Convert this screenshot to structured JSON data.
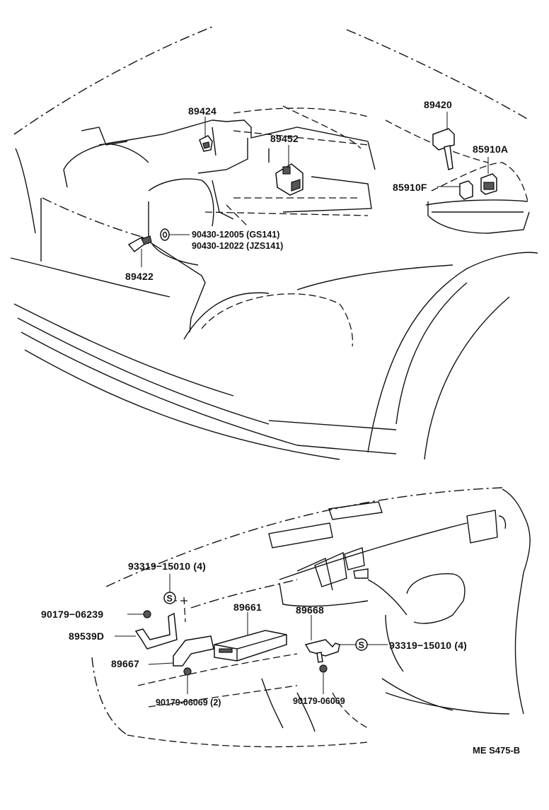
{
  "labels": {
    "p89424": "89424",
    "p89452": "89452",
    "p89420": "89420",
    "p85910A": "85910A",
    "p85910F": "85910F",
    "p90430a": "90430-12005 (GS141)",
    "p90430b": "90430-12022 (JZS141)",
    "p89422": "89422",
    "p93319top": "93319−15010 (4)",
    "p90179_06239": "90179−06239",
    "p89539D": "89539D",
    "p89667": "89667",
    "p89661": "89661",
    "p89668": "89668",
    "p93319right": "93319−15010 (4)",
    "p90179_06069_2": "90179-06069 (2)",
    "p90179_06069": "90179-06069",
    "s_symbol": "S",
    "s_symbol2": "S"
  },
  "footer": {
    "code": "ME S475-B"
  }
}
